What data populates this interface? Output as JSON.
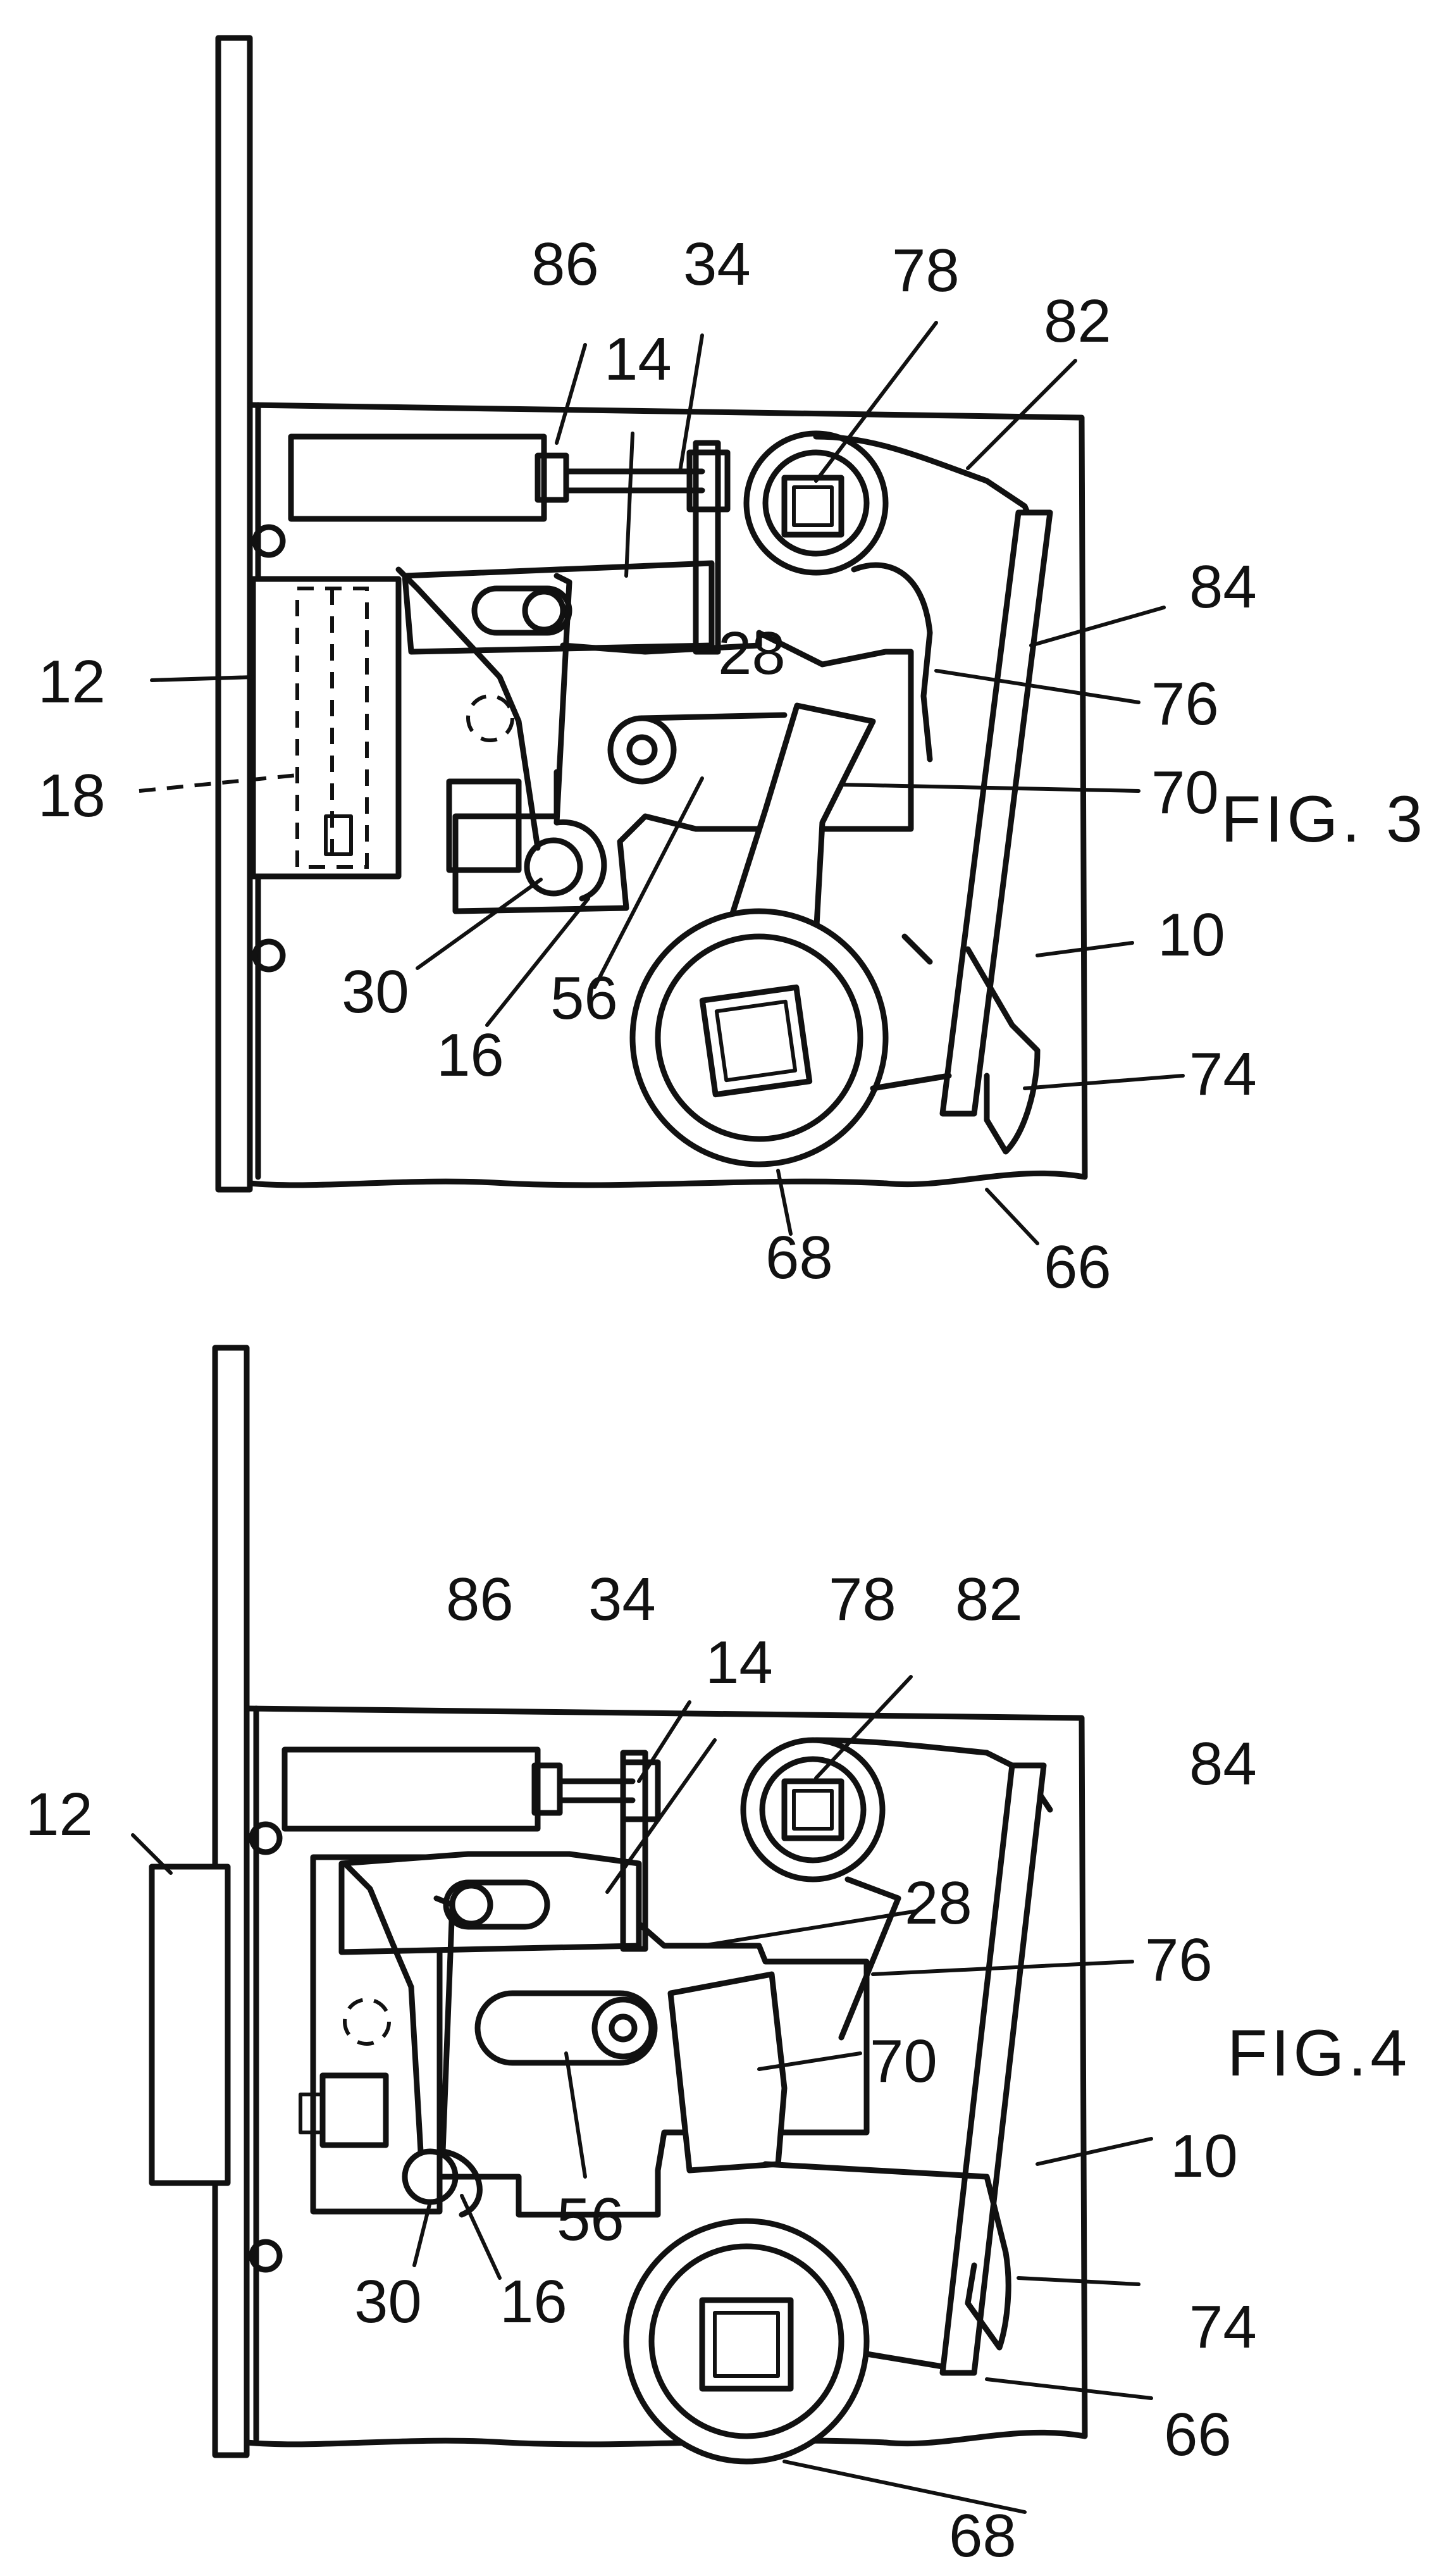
{
  "figures": [
    {
      "id": "fig3",
      "caption": "FIG. 3",
      "labels": [
        "86",
        "34",
        "78",
        "82",
        "14",
        "84",
        "12",
        "28",
        "76",
        "18",
        "70",
        "10",
        "30",
        "56",
        "16",
        "74",
        "68",
        "66"
      ]
    },
    {
      "id": "fig4",
      "caption": "FIG.4",
      "labels": [
        "86",
        "34",
        "78",
        "82",
        "14",
        "84",
        "12",
        "28",
        "76",
        "70",
        "10",
        "56",
        "30",
        "16",
        "74",
        "66",
        "68"
      ]
    }
  ],
  "colors": {
    "ink": "#111111",
    "paper": "#ffffff"
  }
}
